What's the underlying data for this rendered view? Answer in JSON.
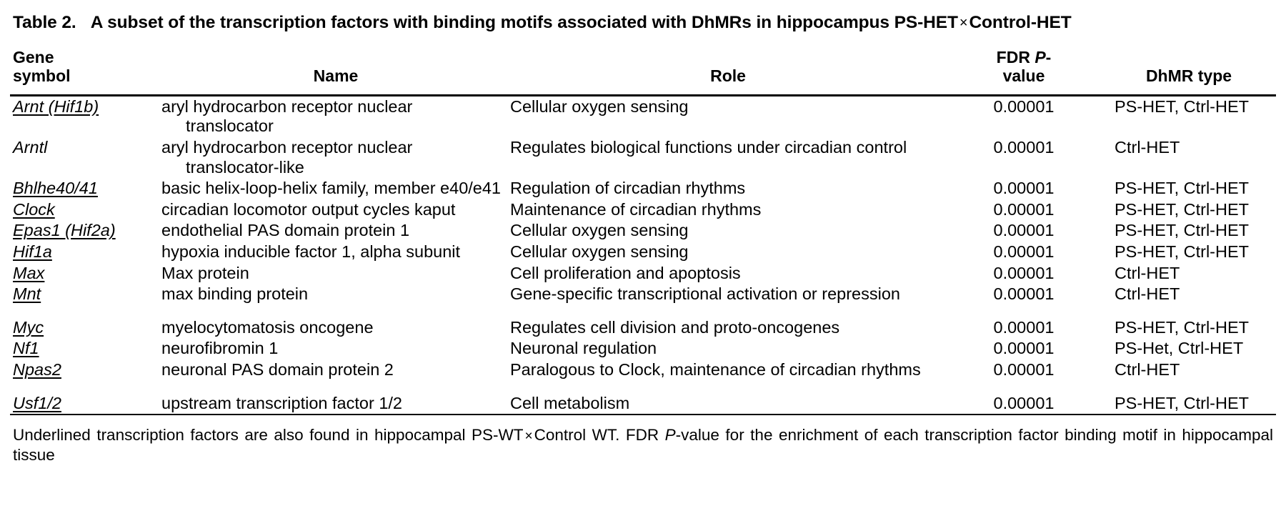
{
  "caption": {
    "label": "Table 2.",
    "text_before": "A subset of the transcription factors with binding motifs associated with DhMRs in hippocampus PS-HET",
    "times_symbol": "×",
    "text_after": "Control-HET"
  },
  "columns": {
    "gene_symbol_line1": "Gene",
    "gene_symbol_line2": "symbol",
    "name": "Name",
    "role": "Role",
    "fdr_line1_prefix": "FDR ",
    "fdr_line1_italic": "P",
    "fdr_line1_suffix": "-",
    "fdr_line2": "value",
    "dhmr_type": "DhMR type"
  },
  "rows": [
    {
      "gene": "Arnt (Hif1b)",
      "underlined": true,
      "name": "aryl hydrocarbon receptor nuclear translocator",
      "role": "Cellular oxygen sensing",
      "fdr": "0.00001",
      "type": "PS-HET, Ctrl-HET"
    },
    {
      "gene": "Arntl",
      "underlined": false,
      "name": "aryl hydrocarbon receptor nuclear translocator-like",
      "role": "Regulates biological functions under circadian control",
      "fdr": "0.00001",
      "type": "Ctrl-HET"
    },
    {
      "gene": "Bhlhe40/41",
      "underlined": true,
      "name": "basic helix-loop-helix family, member e40/e41",
      "role": "Regulation of circadian rhythms",
      "fdr": "0.00001",
      "type": "PS-HET, Ctrl-HET"
    },
    {
      "gene": "Clock",
      "underlined": true,
      "name": "circadian locomotor output cycles kaput",
      "role": "Maintenance of circadian rhythms",
      "fdr": "0.00001",
      "type": "PS-HET, Ctrl-HET"
    },
    {
      "gene": "Epas1 (Hif2a)",
      "underlined": true,
      "name": "endothelial PAS domain protein 1",
      "role": "Cellular oxygen sensing",
      "fdr": "0.00001",
      "type": "PS-HET, Ctrl-HET"
    },
    {
      "gene": "Hif1a",
      "underlined": true,
      "name": "hypoxia inducible factor 1, alpha subunit",
      "role": "Cellular oxygen sensing",
      "fdr": "0.00001",
      "type": "PS-HET, Ctrl-HET"
    },
    {
      "gene": "Max",
      "underlined": true,
      "name": "Max protein",
      "role": "Cell proliferation and apoptosis",
      "fdr": "0.00001",
      "type": "Ctrl-HET"
    },
    {
      "gene": "Mnt",
      "underlined": true,
      "name": "max binding protein",
      "role": "Gene-specific transcriptional activation or repression",
      "fdr": "0.00001",
      "type": "Ctrl-HET"
    },
    {
      "gene": "Myc",
      "underlined": true,
      "name": "myelocytomatosis oncogene",
      "role": "Regulates cell division and proto-oncogenes",
      "fdr": "0.00001",
      "type": "PS-HET, Ctrl-HET"
    },
    {
      "gene": "Nf1",
      "underlined": true,
      "name": "neurofibromin 1",
      "role": "Neuronal regulation",
      "fdr": "0.00001",
      "type": "PS-Het, Ctrl-HET"
    },
    {
      "gene": "Npas2",
      "underlined": true,
      "name": "neuronal PAS domain protein 2",
      "role": "Paralogous to Clock, maintenance of circadian rhythms",
      "fdr": "0.00001",
      "type": "Ctrl-HET"
    },
    {
      "gene": "Usf1/2",
      "underlined": true,
      "name": "upstream transcription factor 1/2",
      "role": "Cell metabolism",
      "fdr": "0.00001",
      "type": "PS-HET, Ctrl-HET"
    }
  ],
  "footnote": {
    "part1": "Underlined transcription factors are also found in hippocampal PS-WT",
    "times_symbol": "×",
    "part2": "Control WT. FDR ",
    "italic_p": "P",
    "part3": "-value for the enrichment of each transcription factor binding motif in hippocampal tissue"
  },
  "colors": {
    "text": "#000000",
    "background": "#ffffff",
    "rule": "#000000"
  }
}
